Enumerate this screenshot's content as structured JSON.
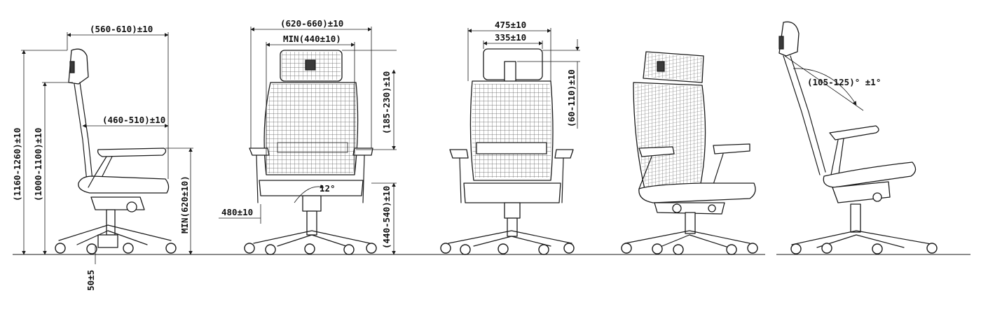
{
  "dimensions": {
    "overall_depth": "(560-610)±10",
    "seat_depth": "(460-510)±10",
    "overall_height": "(1160-1260)±10",
    "back_height": "(1000-1100)±10",
    "seat_height_min": "MIN(620±10)",
    "wheel_clearance": "50±5",
    "overall_width": "(620-660)±10",
    "inner_width_min": "MIN(440±10)",
    "headrest_range": "(185-230)±10",
    "seat_width": "480±10",
    "armrest_height": "(440-540)±10",
    "tilt_angle": "12°",
    "back_width": "475±10",
    "headrest_width": "335±10",
    "headrest_adjust": "(60-110)±10",
    "recline_angle": "(105-125)° ±1°"
  },
  "colors": {
    "line": "#1a1a1a",
    "background": "#ffffff",
    "mesh": "#555555"
  }
}
